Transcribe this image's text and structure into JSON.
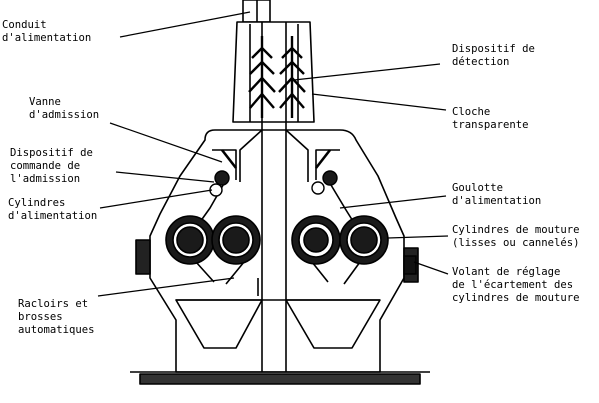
{
  "labels": {
    "conduit": [
      "Conduit",
      "d'alimentation"
    ],
    "vanne": [
      "Vanne",
      "d'admission"
    ],
    "dispositif_commande": [
      "Dispositif de",
      "commande de",
      "l'admission"
    ],
    "cylindres_alim": [
      "Cylindres",
      "d'alimentation"
    ],
    "racloirs": [
      "Racloirs et",
      "brosses",
      "automatiques"
    ],
    "dispositif_detection": [
      "Dispositif de",
      "détection"
    ],
    "cloche": [
      "Cloche",
      "transparente"
    ],
    "goulotte": [
      "Goulotte",
      "d'alimentation"
    ],
    "cylindres_mouture": [
      "Cylindres de mouture",
      "(lisses ou cannelés)"
    ],
    "volant": [
      "Volant de réglage",
      "de l'écartement des",
      "cylindres de mouture"
    ]
  },
  "colors": {
    "ink": "#000000",
    "paper": "#ffffff",
    "roller": "#1a1a1a"
  }
}
